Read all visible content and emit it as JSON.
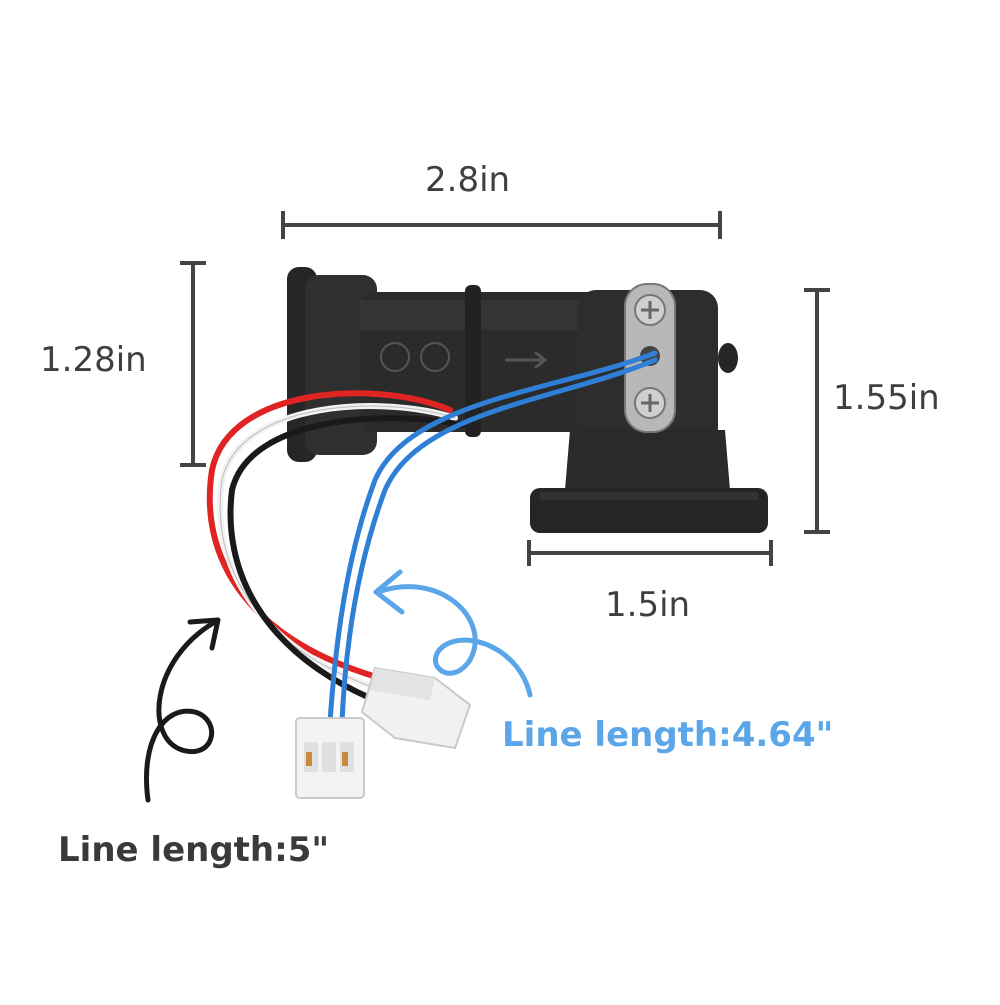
{
  "dimensions": {
    "length": "2.8in",
    "height_left": "1.28in",
    "height_right": "1.55in",
    "flange_width": "1.5in"
  },
  "cables": {
    "black_line_label": "Line length:5\"",
    "blue_line_label": "Line length:4.64\""
  },
  "colors": {
    "dimension_line": "#444444",
    "black_label": "#3a3a3a",
    "blue_label": "#5aa6e8",
    "body": "#2a2a2a",
    "red_wire": "#e02424",
    "blue_wire": "#2f7fd6"
  },
  "icons": [
    "curved-arrow-icon",
    "curved-arrow-icon"
  ]
}
